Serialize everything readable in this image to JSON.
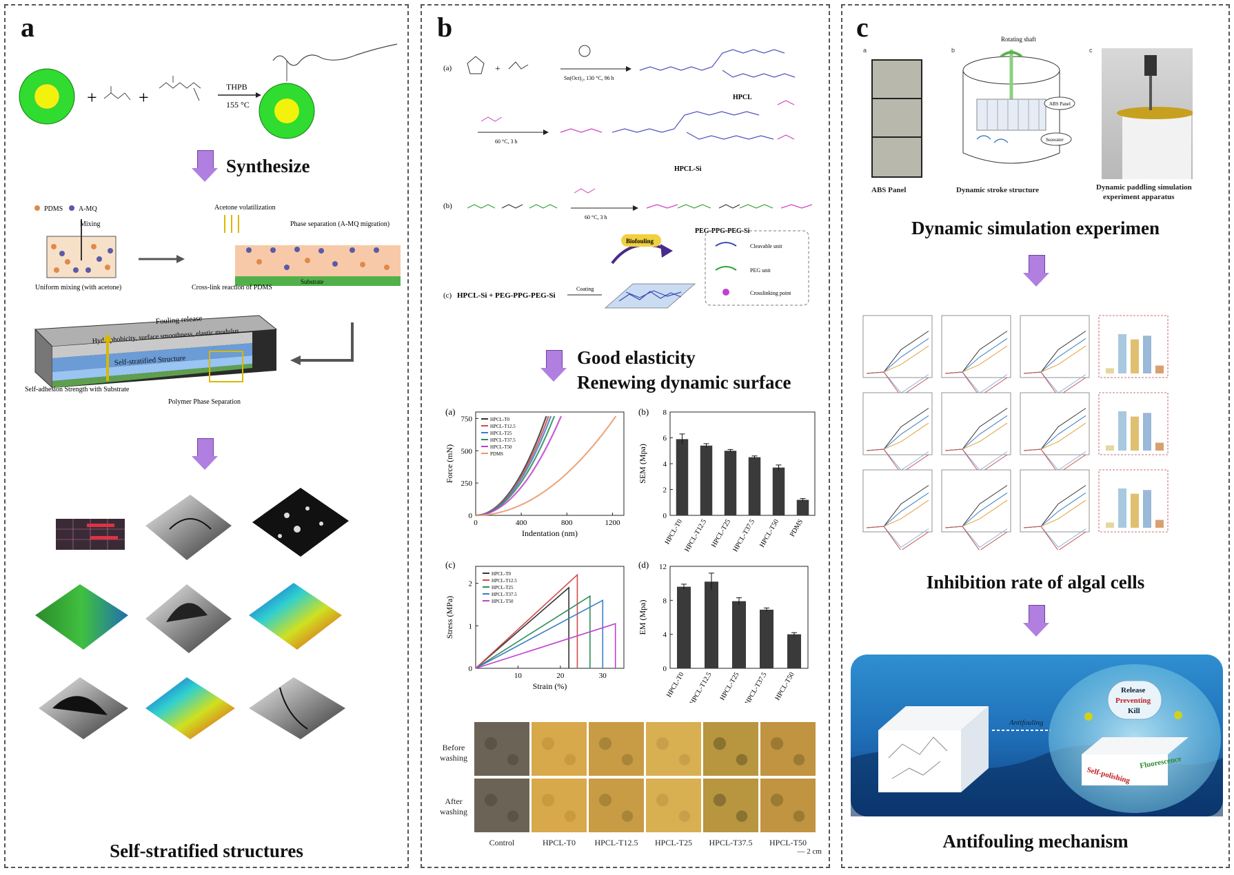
{
  "panels": {
    "a": {
      "letter": "a",
      "reaction_label": "THPB",
      "reaction_temp": "155 °C",
      "arrow1_caption": "Synthesize",
      "legend_pdms": "PDMS",
      "legend_amq": "A-MQ",
      "mixing": "Mixing",
      "uniform_mixing": "Uniform mixing (with acetone)",
      "acetone_volatilization": "Acetone volatilization",
      "phase_separation": "Phase separation (A-MQ migration)",
      "crosslink": "Cross-link reaction of PDMS",
      "substrate": "Substrate",
      "fouling_release": "Fouling release",
      "hydrophobicity": "Hydrophobicity, surface smoothness, elastic modulus",
      "self_stratified": "Self-stratified Structure",
      "self_adhesion": "Self-adhesion Strength with Substrate",
      "polymer_phase": "Polymer Phase Separation",
      "caption": "Self-stratified structures"
    },
    "b": {
      "letter": "b",
      "row_a": "(a)",
      "row_b": "(b)",
      "row_c": "(c)",
      "hpcl": "HPCL",
      "hpcl_si": "HPCL-Si",
      "peg_si": "PEG-PPG-PEG-Si",
      "cond1": "Sn(Oct)₂, 130 °C, 96 h",
      "cond2": "60 °C, 3 h",
      "cond3": "60 °C, 3 h",
      "reaction_c": "HPCL-Si  +  PEG-PPG-PEG-Si",
      "coating": "Coating",
      "biofouling": "Biofouling",
      "legend_cleavable": "Cleavable unit",
      "legend_peg": "PEG unit",
      "legend_crosslink": "Crosslinking point",
      "arrow_caption1": "Good elasticity",
      "arrow_caption2": "Renewing dynamic surface",
      "plot_a_tag": "(a)",
      "plot_b_tag": "(b)",
      "plot_c_tag": "(c)",
      "plot_d_tag": "(d)",
      "photo_row1": "Before washing",
      "photo_row2": "After washing",
      "photo_cols": [
        "Control",
        "HPCL-T0",
        "HPCL-T12.5",
        "HPCL-T25",
        "HPCL-T37.5",
        "HPCL-T50"
      ],
      "scale_bar": "2 cm"
    },
    "c": {
      "letter": "c",
      "rotating_shaft": "Rotating shaft",
      "abs_panel_lbl": "ABS Panel",
      "seawater": "Seawater",
      "sub_a": "a",
      "sub_b": "b",
      "sub_c": "c",
      "img1_caption": "ABS Panel",
      "img2_caption": "Dynamic stroke structure",
      "img3_caption_l1": "Dynamic paddling simulation",
      "img3_caption_l2": "experiment apparatus",
      "caption1": "Dynamic simulation experimen",
      "caption2": "Inhibition rate of algal cells",
      "release": "Release",
      "preventing": "Preventing",
      "kill": "Kill",
      "antifouling": "Antifouling",
      "self_polishing": "Self-polishing",
      "fluorescence": "Fluorescence",
      "caption3": "Antifouling mechanism"
    }
  },
  "chart_data": [
    {
      "type": "line",
      "tag": "(a)",
      "xlabel": "Indentation (nm)",
      "ylabel": "Force (mN)",
      "xlim": [
        0,
        1300
      ],
      "ylim": [
        0,
        800
      ],
      "xticks": [
        0,
        400,
        800,
        1200
      ],
      "yticks": [
        0,
        250,
        500,
        750
      ],
      "series": [
        {
          "name": "HPCL-T0",
          "color": "#333333",
          "x_end": 620
        },
        {
          "name": "HPCL-T12.5",
          "color": "#d04a4a",
          "x_end": 640
        },
        {
          "name": "HPCL-T25",
          "color": "#3a7fc4",
          "x_end": 660
        },
        {
          "name": "HPCL-T37.5",
          "color": "#2e8b57",
          "x_end": 690
        },
        {
          "name": "HPCL-T50",
          "color": "#c03fd0",
          "x_end": 750
        },
        {
          "name": "PDMS",
          "color": "#e69a6a",
          "x_end": 1230
        }
      ]
    },
    {
      "type": "bar",
      "tag": "(b)",
      "ylabel": "SEM (Mpa)",
      "ylim": [
        0,
        8
      ],
      "yticks": [
        0,
        2,
        4,
        6,
        8
      ],
      "categories": [
        "HPCL-T0",
        "HPCL-T12.5",
        "HPCL-T25",
        "HPCL-T37.5",
        "HPCL-T50",
        "PDMS"
      ],
      "values": [
        5.9,
        5.4,
        5.0,
        4.5,
        3.7,
        1.2
      ],
      "errors": [
        0.4,
        0.15,
        0.1,
        0.1,
        0.2,
        0.1
      ]
    },
    {
      "type": "line",
      "tag": "(c)",
      "xlabel": "Strain (%)",
      "ylabel": "Stress (MPa)",
      "xlim": [
        0,
        35
      ],
      "ylim": [
        0,
        2.4
      ],
      "xticks": [
        10,
        20,
        30
      ],
      "yticks": [
        0,
        1,
        2
      ],
      "series": [
        {
          "name": "HPCL-T0",
          "color": "#333333",
          "x_end": 22,
          "y_end": 1.9
        },
        {
          "name": "HPCL-T12.5",
          "color": "#d04a4a",
          "x_end": 24,
          "y_end": 2.2
        },
        {
          "name": "HPCL-T25",
          "color": "#2e8b57",
          "x_end": 27,
          "y_end": 1.7
        },
        {
          "name": "HPCL-T37.5",
          "color": "#3a7fc4",
          "x_end": 30,
          "y_end": 1.6
        },
        {
          "name": "HPCL-T50",
          "color": "#c03fd0",
          "x_end": 33,
          "y_end": 1.05
        }
      ]
    },
    {
      "type": "bar",
      "tag": "(d)",
      "ylabel": "EM (Mpa)",
      "ylim": [
        0,
        12
      ],
      "yticks": [
        0,
        4,
        8,
        12
      ],
      "categories": [
        "HPCL-T0",
        "HPCL-T12.5",
        "HPCL-T25",
        "HPCL-T37.5",
        "HPCL-T50"
      ],
      "values": [
        9.6,
        10.2,
        7.9,
        6.9,
        4.0
      ],
      "errors": [
        0.3,
        1.0,
        0.4,
        0.2,
        0.2
      ]
    }
  ]
}
